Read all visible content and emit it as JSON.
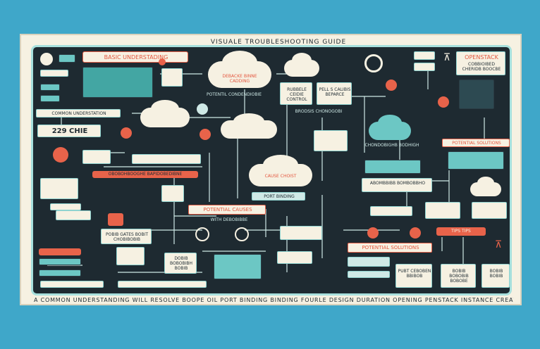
{
  "title": "VISUALE TROUBLESHOOTING GUIDE",
  "caption": "A COMMON UNDERSTANDING WILL RESOLVE BOOPE OIL PORT BINDING BINDING FOURLE DESIGN DURATION OPENING PENSTACK INSTANCE CREATION",
  "nodes": {
    "basic_understanding": "BASIC UNDERSTADING",
    "common_understanding": "COMMON UNDERSTATION",
    "code_229": "229 CHIE",
    "openstack": "OPENSTACK",
    "potential_solutions_top": "POTENTIAL SOLUTIONS",
    "potential_causes": "POTENTIAL CAUSES",
    "potential_solutions_bottom": "POTENTIAL SOLUTIONS",
    "tips": "TIPS TIPS",
    "port_binding": "PORT BINDING",
    "cloud_center": "CAUSE CHOIST"
  },
  "colors": {
    "page_bg": "#3fa7c9",
    "board": "#f6f1e2",
    "panel": "#1e2a31",
    "accent_red": "#e8634a",
    "accent_teal": "#6cc7c4"
  },
  "icons": [
    "gear-icon",
    "cloud-icon",
    "server-icon",
    "antenna-icon",
    "monitor-icon",
    "document-icon",
    "warning-icon",
    "network-icon"
  ]
}
